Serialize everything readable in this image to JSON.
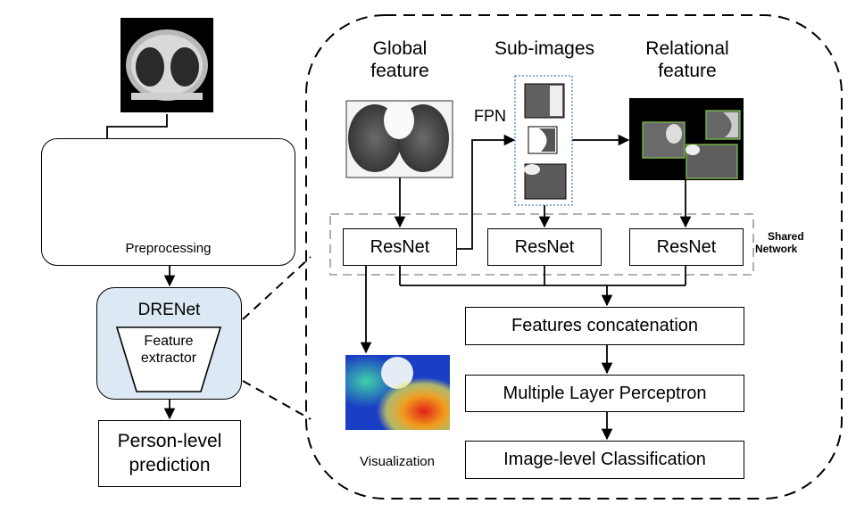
{
  "left": {
    "preprocessing": "Preprocessing",
    "drenet_title": "DRENet",
    "extractor_line1": "Feature",
    "extractor_line2": "extractor",
    "prediction_line1": "Person-level",
    "prediction_line2": "prediction"
  },
  "right": {
    "global_line1": "Global",
    "global_line2": "feature",
    "subimages": "Sub-images",
    "relational_line1": "Relational",
    "relational_line2": "feature",
    "fpn": "FPN",
    "resnet": [
      "ResNet",
      "ResNet",
      "ResNet"
    ],
    "shared_line1": "Shared",
    "shared_line2": "Network",
    "concat": "Features concatenation",
    "mlp": "Multiple Layer Perceptron",
    "classification": "Image-level Classification",
    "visualization": "Visualization"
  },
  "colors": {
    "drenet_fill": "#dce8f3",
    "subimage_border": "#4a7fc1",
    "relational_border": "#7fbf4a",
    "dashed_gray": "#999999"
  }
}
